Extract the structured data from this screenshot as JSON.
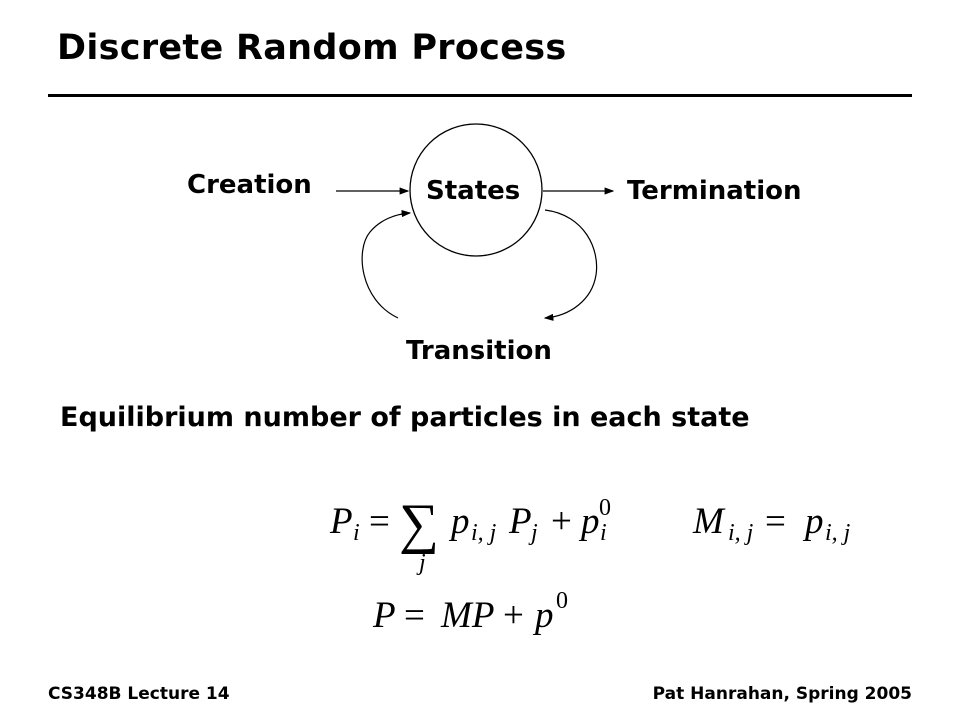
{
  "slide": {
    "title": "Discrete Random Process",
    "subtitle": "Equilibrium number of particles in each state",
    "footer_left": "CS348B Lecture 14",
    "footer_right": "Pat Hanrahan, Spring 2005"
  },
  "diagram": {
    "center_node": "States",
    "input_label": "Creation",
    "output_label": "Termination",
    "loop_label": "Transition"
  },
  "equations": {
    "eq1": {
      "P": "P",
      "i": "i",
      "eq": "=",
      "sum": "∑",
      "j": "j",
      "p": "p",
      "ij": "i, j",
      "P2": "P",
      "j2": "j",
      "plus": "+",
      "p3": "p",
      "i3": "i",
      "zero": "0"
    },
    "eq2": {
      "M": "M",
      "ij": "i, j",
      "eq": "=",
      "p": "p",
      "ij2": "i, j"
    },
    "eq3": {
      "lhs": "P",
      "eq": "=",
      "rhs": "MP",
      "plus": "+",
      "p": "p",
      "zero": "0"
    }
  }
}
